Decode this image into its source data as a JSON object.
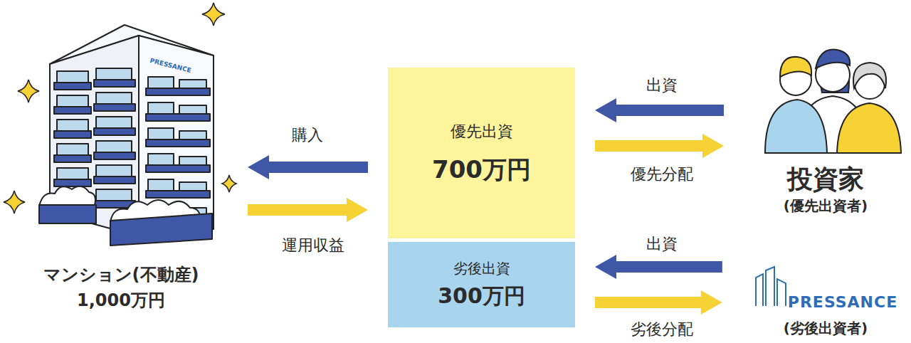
{
  "diagram": {
    "nodes": [
      {
        "text": [
          "マンション(不動産)",
          "1,000万円"
        ]
      },
      {
        "text": [
          "優先出資",
          "700万円"
        ]
      },
      {
        "text": [
          "劣後出資",
          "300万円"
        ]
      },
      {
        "text": [
          "投資家",
          "(優先出資者)"
        ]
      },
      {
        "text": [
          "PRESSANCE",
          "(劣後出資者)"
        ]
      }
    ],
    "edges": [
      {
        "from": 1,
        "to": 0,
        "label": "購入",
        "arrow": "to"
      },
      {
        "from": 0,
        "to": 1,
        "label": "運用収益",
        "arrow": "to"
      },
      {
        "from": 3,
        "to": 1,
        "label": "出資",
        "arrow": "to"
      },
      {
        "from": 1,
        "to": 3,
        "label": "優先分配",
        "arrow": "to"
      },
      {
        "from": 4,
        "to": 2,
        "label": "出資",
        "arrow": "to"
      },
      {
        "from": 2,
        "to": 4,
        "label": "劣後分配",
        "arrow": "to"
      }
    ],
    "labels": [
      "PRESSANCE"
    ]
  }
}
